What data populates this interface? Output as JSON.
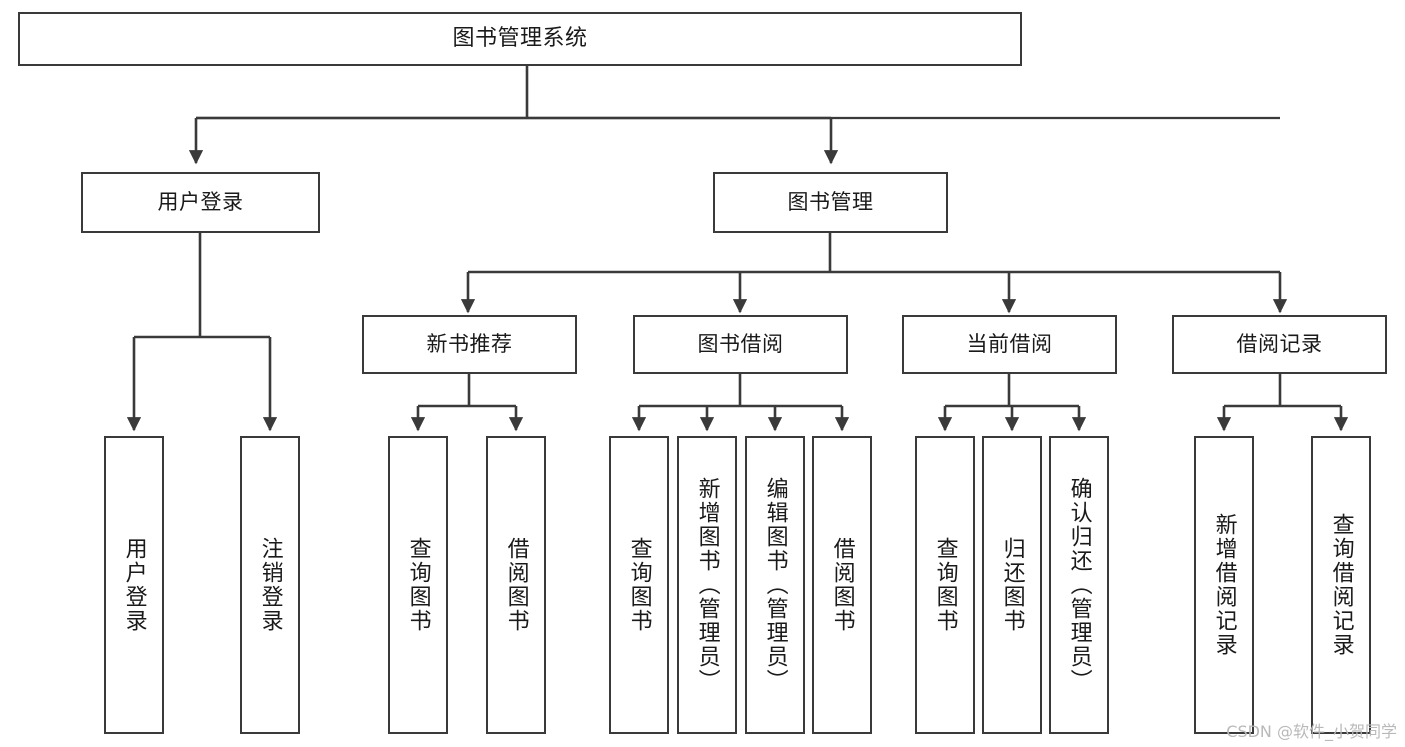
{
  "diagram": {
    "title": "图书管理系统",
    "type": "tree",
    "watermark": "CSDN @软件_小贺同学",
    "colors": {
      "stroke": "#3a3a3a",
      "fill": "#ffffff",
      "text": "#1a1a1a",
      "watermark": "#b9b9b9"
    },
    "nodes": {
      "root": {
        "label": "图书管理系统"
      },
      "level2": [
        {
          "id": "user-login",
          "label": "用户登录"
        },
        {
          "id": "book-management",
          "label": "图书管理"
        }
      ],
      "level3": [
        {
          "id": "new-book-recommend",
          "label": "新书推荐"
        },
        {
          "id": "book-borrow",
          "label": "图书借阅"
        },
        {
          "id": "current-borrow",
          "label": "当前借阅"
        },
        {
          "id": "borrow-record",
          "label": "借阅记录"
        }
      ],
      "leaves": {
        "user_login": [
          {
            "id": "leaf-user-login",
            "label": "用户登录"
          },
          {
            "id": "leaf-logout",
            "label": "注销登录"
          }
        ],
        "new_book_recommend": [
          {
            "id": "leaf-query-book-1",
            "label": "查询图书"
          },
          {
            "id": "leaf-borrow-book-1",
            "label": "借阅图书"
          }
        ],
        "book_borrow": [
          {
            "id": "leaf-query-book-2",
            "label": "查询图书"
          },
          {
            "id": "leaf-add-book",
            "label": "新增图书（管理员）"
          },
          {
            "id": "leaf-edit-book",
            "label": "编辑图书（管理员）"
          },
          {
            "id": "leaf-borrow-book-2",
            "label": "借阅图书"
          }
        ],
        "current_borrow": [
          {
            "id": "leaf-query-book-3",
            "label": "查询图书"
          },
          {
            "id": "leaf-return-book",
            "label": "归还图书"
          },
          {
            "id": "leaf-confirm-return",
            "label": "确认归还（管理员）"
          }
        ],
        "borrow_record": [
          {
            "id": "leaf-add-record",
            "label": "新增借阅记录"
          },
          {
            "id": "leaf-query-record",
            "label": "查询借阅记录"
          }
        ]
      }
    }
  }
}
